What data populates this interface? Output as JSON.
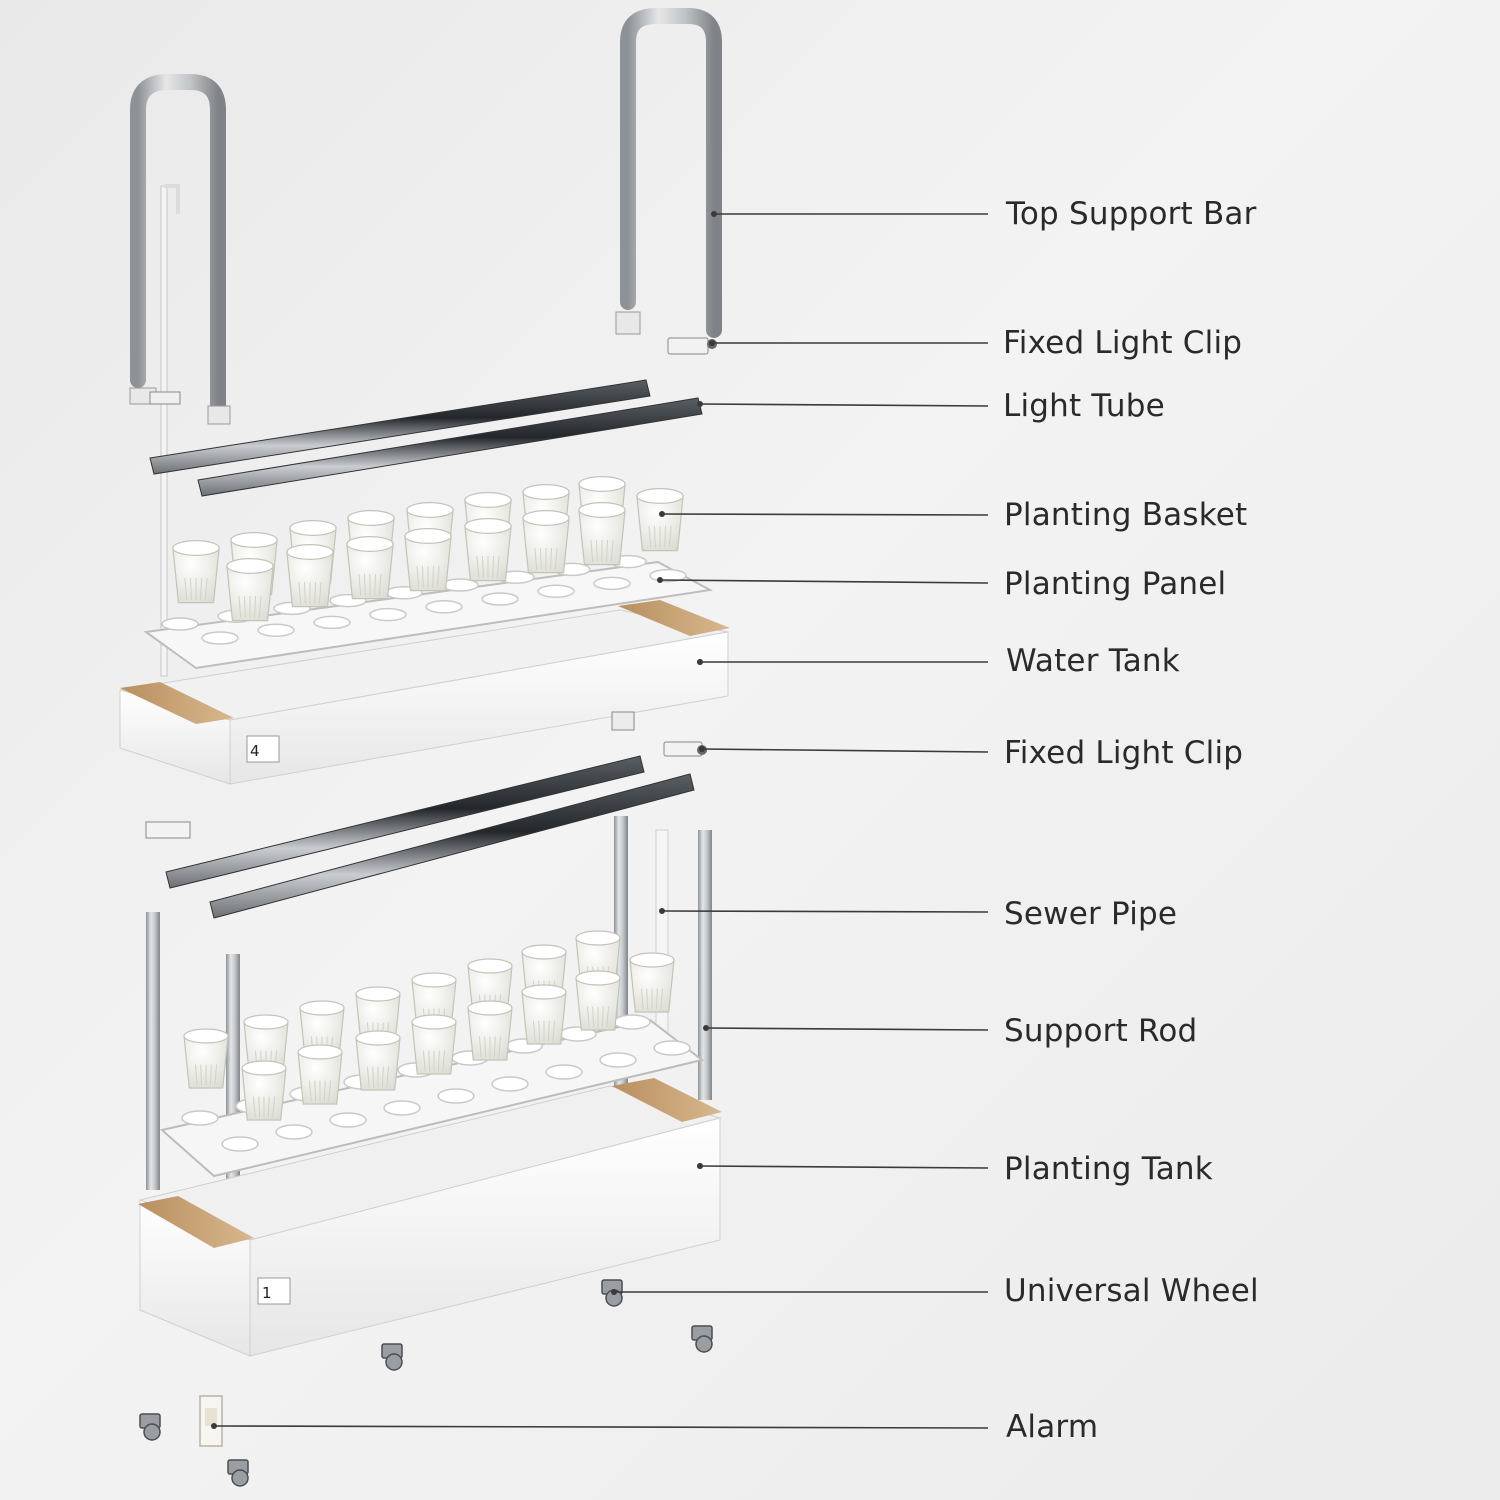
{
  "callouts": [
    {
      "id": "top-support-bar",
      "label": "Top Support Bar"
    },
    {
      "id": "fixed-light-clip-upper",
      "label": "Fixed Light Clip"
    },
    {
      "id": "light-tube",
      "label": "Light Tube"
    },
    {
      "id": "planting-basket",
      "label": "Planting Basket"
    },
    {
      "id": "planting-panel",
      "label": "Planting Panel"
    },
    {
      "id": "water-tank",
      "label": "Water Tank"
    },
    {
      "id": "fixed-light-clip-lower",
      "label": "Fixed Light Clip"
    },
    {
      "id": "sewer-pipe",
      "label": "Sewer Pipe"
    },
    {
      "id": "support-rod",
      "label": "Support Rod"
    },
    {
      "id": "planting-tank",
      "label": "Planting Tank"
    },
    {
      "id": "universal-wheel",
      "label": "Universal Wheel"
    },
    {
      "id": "alarm",
      "label": "Alarm"
    }
  ],
  "tank_tags": {
    "upper": "4",
    "lower": "1"
  },
  "colors": {
    "line": "#3a3a3a",
    "metal": "#b9bcbf",
    "metal_dark": "#7d8185",
    "tank": "#fafafa",
    "wood": "#c9a57a",
    "tube_dark": "#2e3236"
  }
}
